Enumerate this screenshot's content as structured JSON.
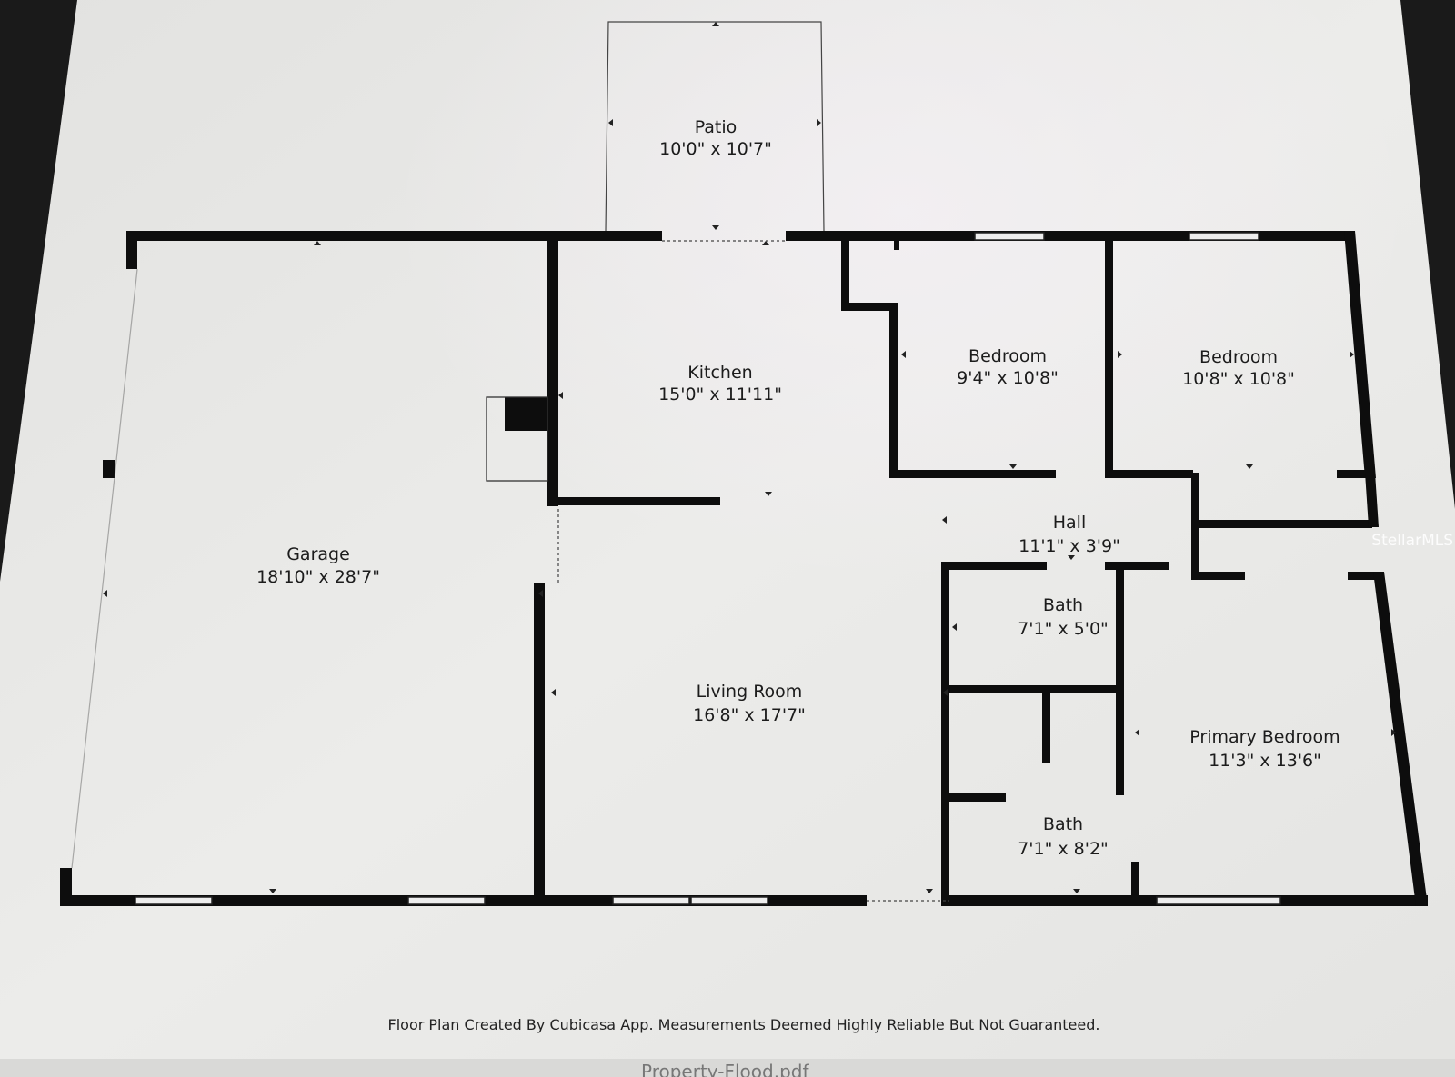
{
  "rooms": {
    "patio": {
      "name": "Patio",
      "size": "10'0\" x 10'7\""
    },
    "kitchen": {
      "name": "Kitchen",
      "size": "15'0\" x 11'11\""
    },
    "bedroom_1": {
      "name": "Bedroom",
      "size": "9'4\" x 10'8\""
    },
    "bedroom_2": {
      "name": "Bedroom",
      "size": "10'8\" x 10'8\""
    },
    "garage": {
      "name": "Garage",
      "size": "18'10\" x 28'7\""
    },
    "hall": {
      "name": "Hall",
      "size": "11'1\" x 3'9\""
    },
    "bath_1": {
      "name": "Bath",
      "size": "7'1\" x 5'0\""
    },
    "living_room": {
      "name": "Living Room",
      "size": "16'8\" x 17'7\""
    },
    "primary_bedroom": {
      "name": "Primary Bedroom",
      "size": "11'3\" x 13'6\""
    },
    "bath_2": {
      "name": "Bath",
      "size": "7'1\" x 8'2\""
    }
  },
  "footer": {
    "disclaimer": "Floor Plan Created By Cubicasa App. Measurements Deemed Highly Reliable But Not Guaranteed."
  },
  "watermark": "StellarMLS",
  "bottom_strip_text": "Property-Flood.pdf",
  "colors": {
    "paper": "#e9e9e7",
    "wall": "#0d0d0d",
    "frame": "#1a1a1a"
  }
}
